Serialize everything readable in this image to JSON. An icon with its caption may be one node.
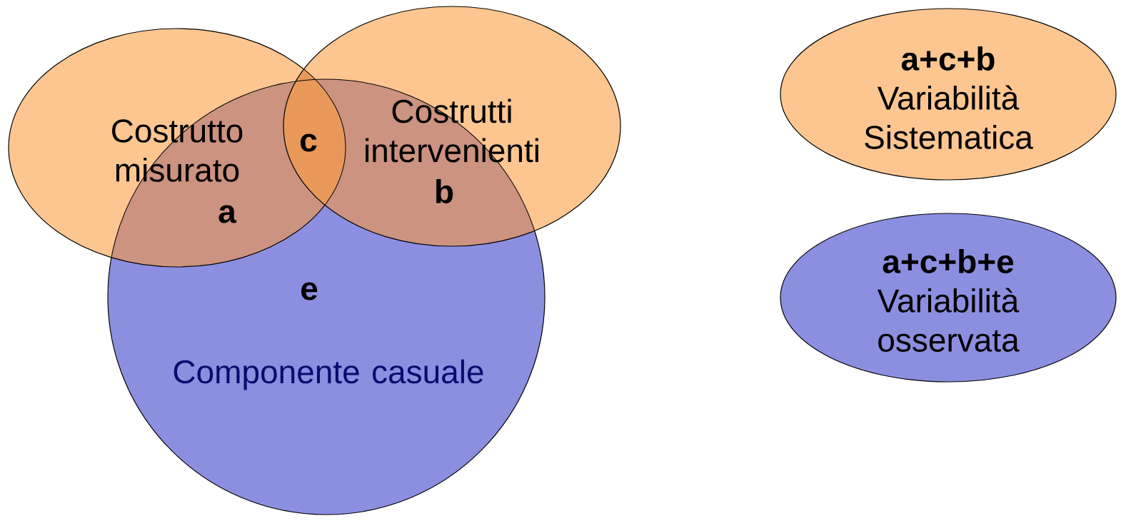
{
  "diagram": {
    "nodes": [
      {
        "text": [
          "Costrutto misurato"
        ]
      },
      {
        "text": [
          "Costrutti intervenienti"
        ]
      },
      {
        "text": [
          "Componente casuale"
        ]
      },
      {
        "text": [
          "a+c+b",
          "Variabilità Sistematica"
        ]
      },
      {
        "text": [
          "a+c+b+e",
          "Variabilità osservata"
        ]
      }
    ],
    "labels": [
      "c",
      "b",
      "a",
      "e"
    ]
  }
}
